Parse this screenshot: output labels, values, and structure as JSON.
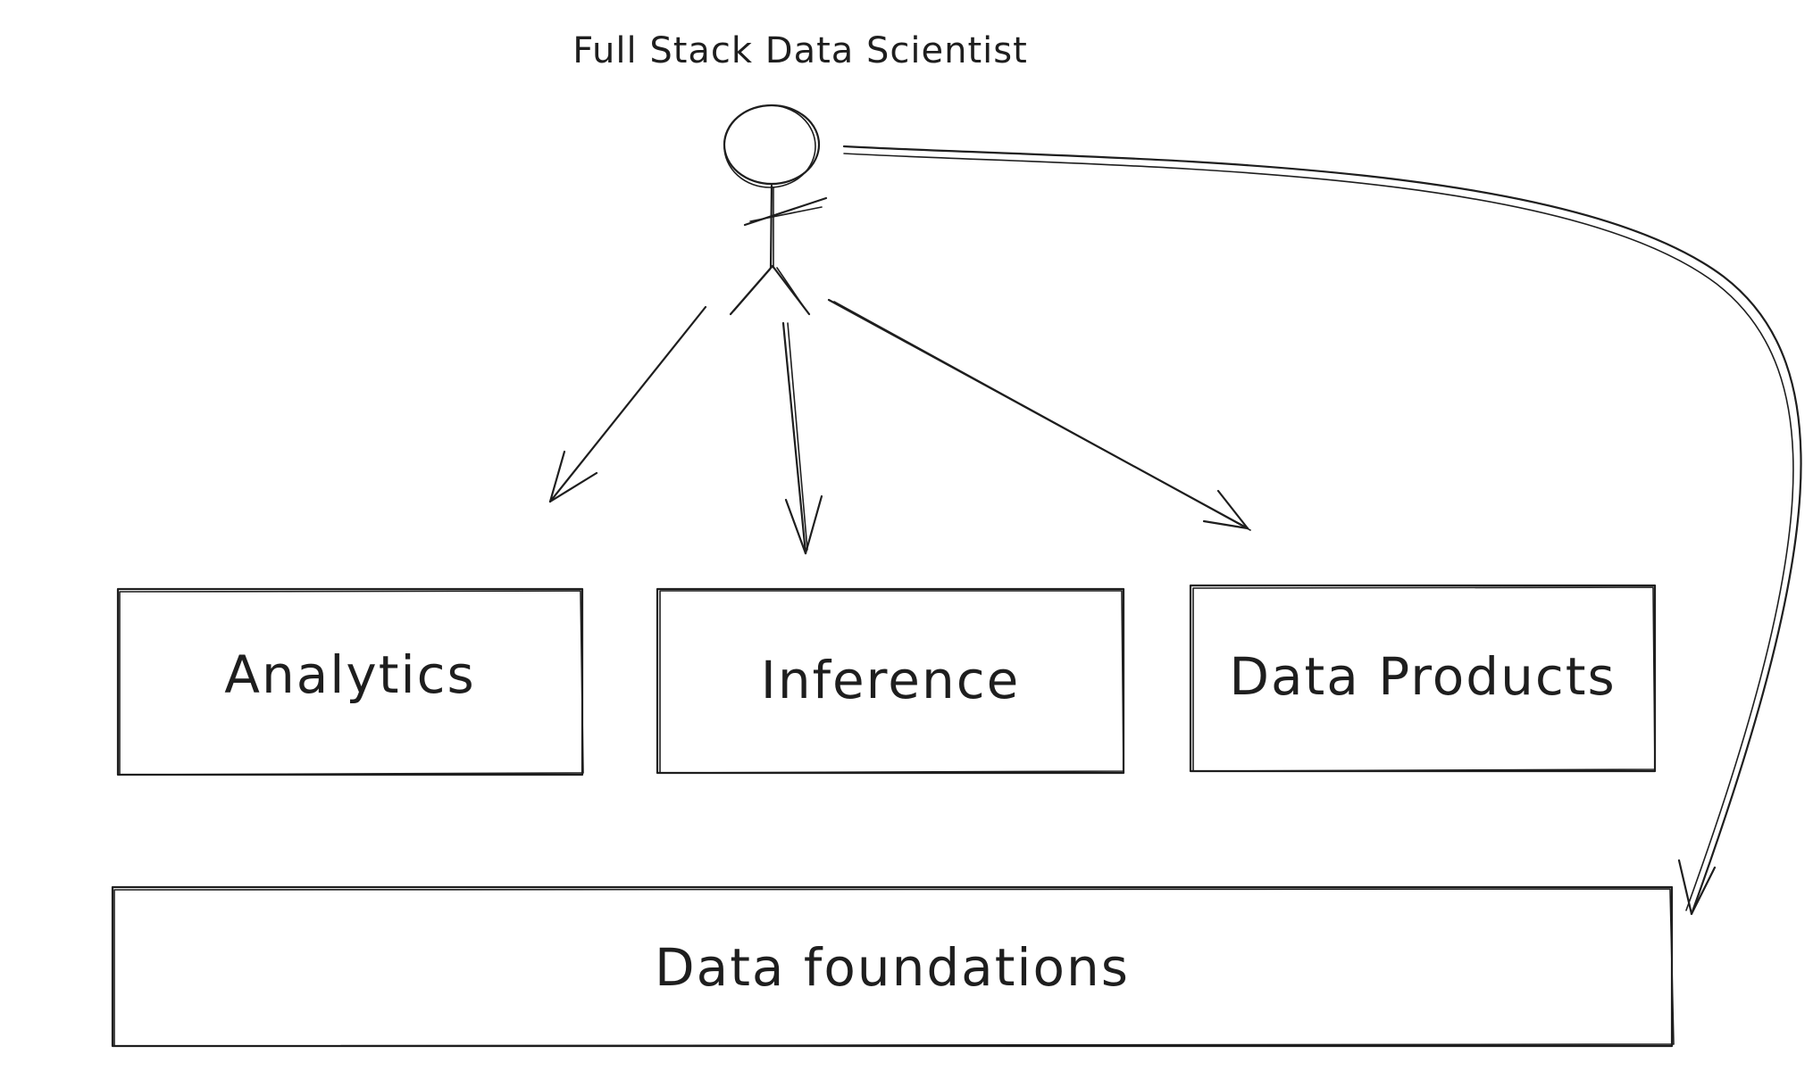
{
  "diagram": {
    "actor": {
      "label": "Full Stack Data Scientist",
      "icon": "stick-figure-icon"
    },
    "boxes": [
      {
        "id": "analytics",
        "label": "Analytics"
      },
      {
        "id": "inference",
        "label": "Inference"
      },
      {
        "id": "data-products",
        "label": "Data Products"
      },
      {
        "id": "data-foundations",
        "label": "Data foundations"
      }
    ],
    "edges": [
      {
        "from": "actor",
        "to": "analytics"
      },
      {
        "from": "actor",
        "to": "inference"
      },
      {
        "from": "actor",
        "to": "data-products"
      },
      {
        "from": "actor",
        "to": "data-foundations"
      }
    ]
  },
  "colors": {
    "stroke": "#1e1e1e",
    "background": "#ffffff"
  }
}
